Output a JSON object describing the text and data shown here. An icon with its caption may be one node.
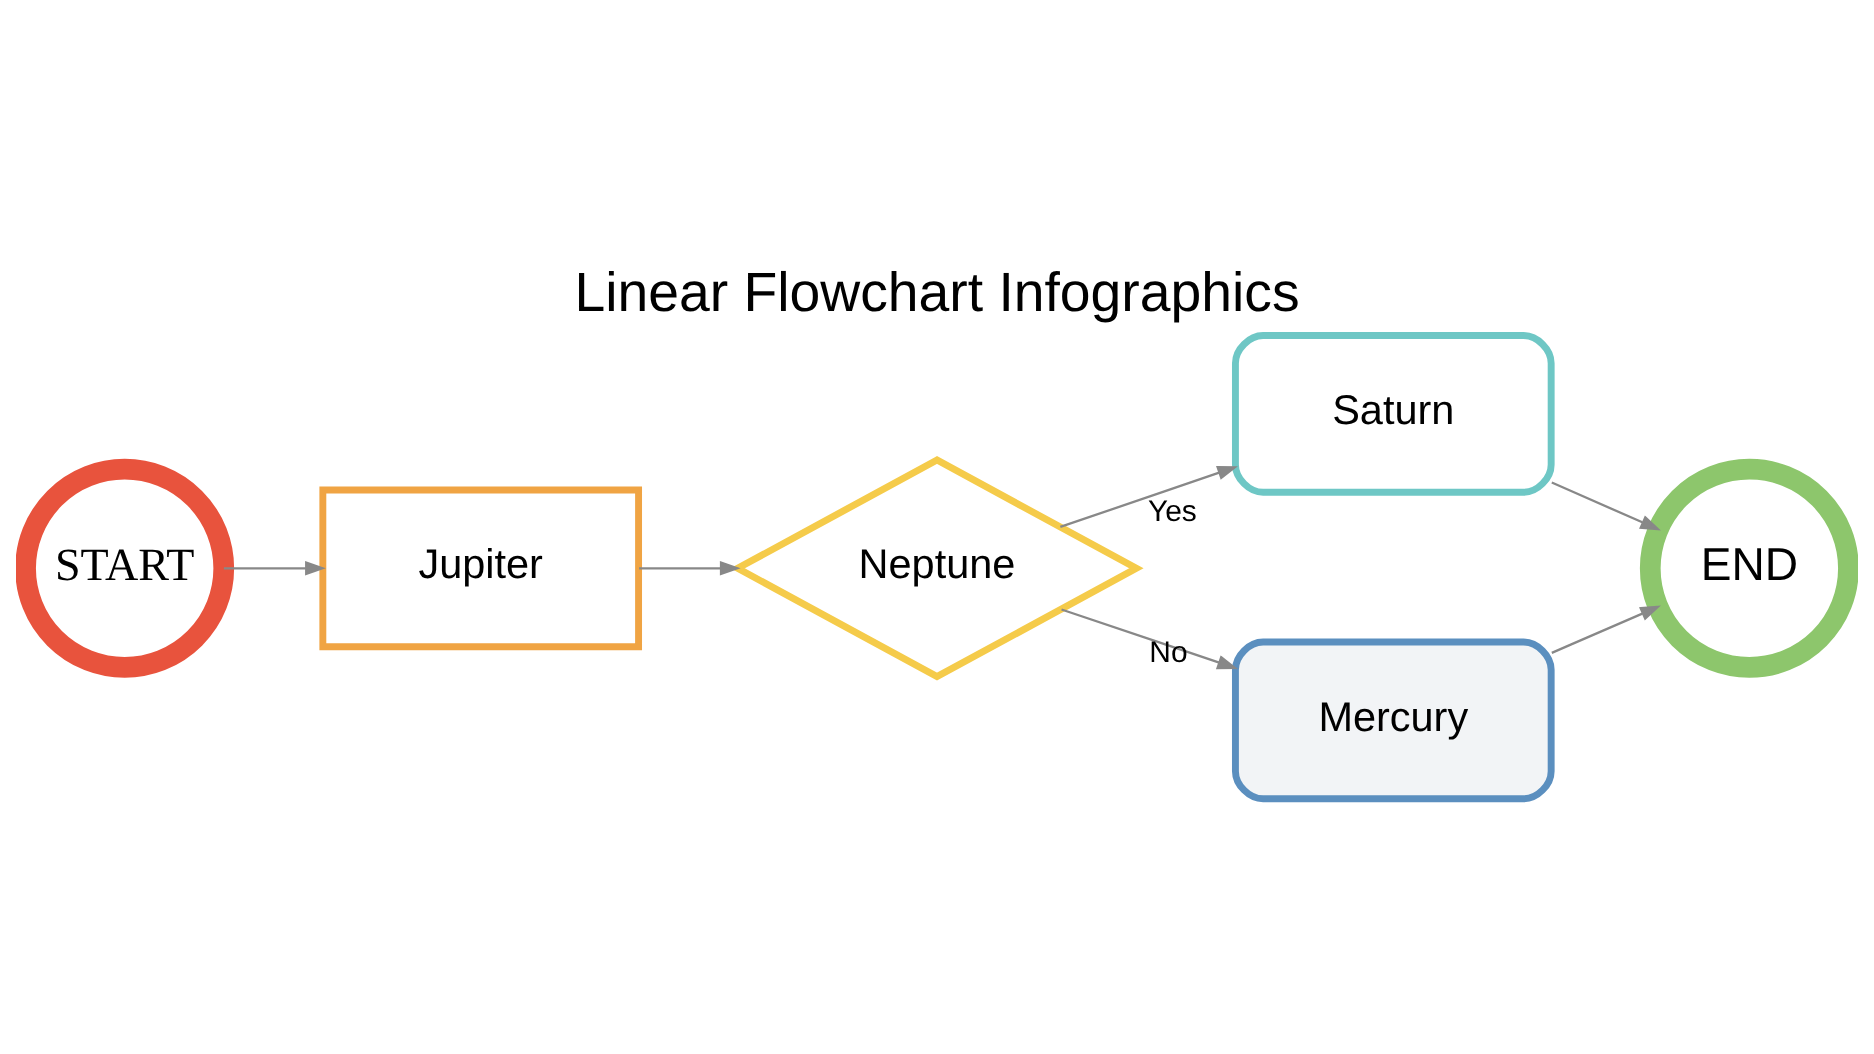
{
  "diagram": {
    "title": "Linear Flowchart Infographics",
    "nodes": [
      {
        "text": [
          "START"
        ]
      },
      {
        "text": [
          "Jupiter"
        ]
      },
      {
        "text": [
          "Neptune"
        ]
      },
      {
        "text": [
          "Saturn"
        ]
      },
      {
        "text": [
          "Mercury"
        ]
      },
      {
        "text": [
          "END"
        ]
      }
    ],
    "edges": [
      {
        "from": 0,
        "to": 1,
        "arrow": "to"
      },
      {
        "from": 1,
        "to": 2,
        "arrow": "to"
      },
      {
        "from": 2,
        "to": 3,
        "arrow": "to",
        "label": "Yes"
      },
      {
        "from": 2,
        "to": 4,
        "arrow": "to",
        "label": "No"
      },
      {
        "from": 3,
        "to": 5,
        "arrow": "to"
      },
      {
        "from": 4,
        "to": 5,
        "arrow": "to"
      }
    ]
  }
}
